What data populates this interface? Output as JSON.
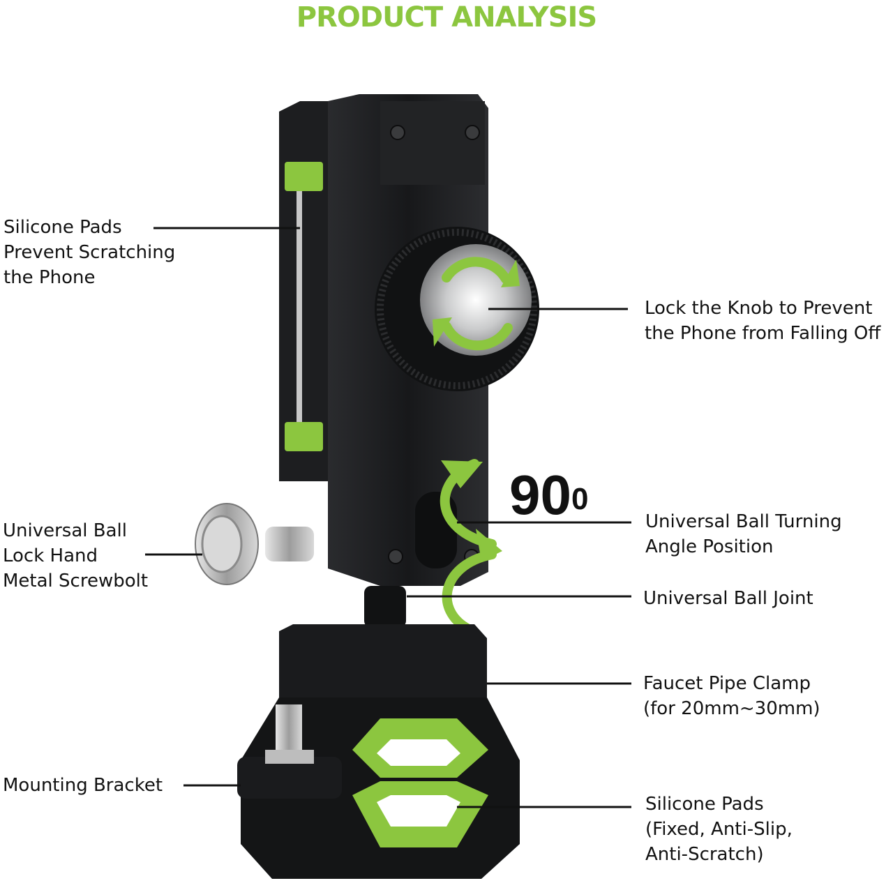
{
  "title": "PRODUCT ANALYSIS",
  "colors": {
    "accent": "#8cc63f",
    "body": "#1a1b1d",
    "text": "#111111"
  },
  "angle": {
    "value": "90",
    "unit": "0"
  },
  "labels": {
    "silicone_pads_phone": "Silicone Pads\nPrevent Scratching\nthe Phone",
    "lock_knob": "Lock the Knob to Prevent\nthe Phone from Falling Off",
    "ball_lock_screwbolt": "Universal Ball\nLock Hand\nMetal Screwbolt",
    "ball_turning_angle": "Universal Ball Turning\nAngle Position",
    "ball_joint": "Universal Ball Joint",
    "pipe_clamp": "Faucet Pipe Clamp\n(for 20mm~30mm)",
    "mounting_bracket": "Mounting Bracket",
    "silicone_pads_fixed": "Silicone Pads\n(Fixed, Anti-Slip,\nAnti-Scratch)"
  },
  "icons": {
    "rotate": "rotate-arrows-icon",
    "turn": "curved-turn-arrow-icon"
  }
}
